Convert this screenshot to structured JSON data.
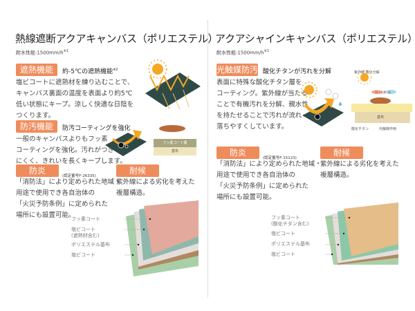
{
  "left": {
    "title": "熱線遮断アクアキャンバス（ポリエステル）",
    "spec": "耐水性能:1500mm/h",
    "spec_note": "※1",
    "heat": {
      "tag": "遮熱機能",
      "subtitle": "約-5℃の遮熱機能",
      "note": "※2",
      "body": "塩ビコートに遮熱材を練り込むことで、\nキャンバス裏面の温度を表面より約5℃\n低い状態にキープ。涼しく快適な日陰を\nつくります。"
    },
    "stain": {
      "tag": "防汚機能",
      "subtitle": "防汚コーティングを強化",
      "body": "一般のキャンバスよりもフッ素\nコーティングを強化。汚れがつき\nにくく、きれいを長くキープします。",
      "diagram_top": "フッ素コート層",
      "diagram_bottom": "基布"
    },
    "fire": {
      "tag": "防炎",
      "cert": "(認定番号F-26335)",
      "body": "「消防法」により定められた地域・\n用途で使用でき各自治体の\n「火災予防条例」に定められた\n場所にも設置可能。"
    },
    "weather": {
      "tag": "耐候",
      "body": "紫外線による劣化を考えた\n複層構造。"
    },
    "layers": [
      "フッ素コート",
      "塩ビコート\n(遮熱材含む)",
      "ポリエステル基布",
      "塩ビコート"
    ]
  },
  "right": {
    "title": "アクアシャインキャンバス（ポリエステル）",
    "spec": "耐水性能:1500mm/h",
    "spec_note": "※1",
    "photo": {
      "tag": "光触媒防汚",
      "subtitle": "酸化チタンが汚れを分解",
      "body": "表面に特殊な酸化チタン層を\nコーティング。紫外線が当たる\nことで有機汚れを分解、親水性\nを持たせることで汚れが流れ\n落ちやすくしています。",
      "diagram_labels": [
        "紫外線",
        "酸化分解",
        "二酸化炭素",
        "水",
        "基布",
        "酸化チタン",
        "光触媒作用"
      ]
    },
    "fire": {
      "tag": "防炎",
      "cert": "(認定番号F-15123)",
      "body": "「消防法」により定められた地域・\n用途で使用でき各自治体の\n「火災予防条例」に定められた\n場所にも設置可能。"
    },
    "weather": {
      "tag": "耐候",
      "body": "紫外線による劣化を考えた\n複層構造。"
    },
    "layers": [
      "フッ素コート\n(酸化チタン含む)",
      "塩ビコート",
      "ポリエステル基布",
      "塩ビコート"
    ]
  },
  "colors": {
    "accent": "#ef8c5c",
    "sun": "#f5a623",
    "sheet": "#2f4a46"
  }
}
